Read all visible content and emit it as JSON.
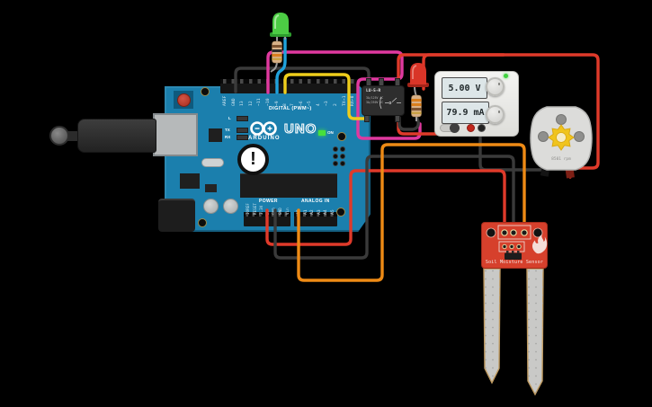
{
  "app": {
    "background": "#000000"
  },
  "arduino": {
    "brand": "ARDUINO",
    "model": "UNO",
    "digital_label": "DIGITAL (PWM~)",
    "power_label": "POWER",
    "analog_label": "ANALOG IN",
    "on_label": "ON",
    "warning": "!",
    "led_labels": {
      "l": "L",
      "tx": "TX",
      "rx": "RX"
    },
    "digital_pins": [
      "AREF",
      "GND",
      "13",
      "12",
      "~11",
      "~10",
      "~9",
      "8",
      "7",
      "~6",
      "~5",
      "4",
      "~3",
      "2",
      "TX→1",
      "RX←0"
    ],
    "power_pins": [
      "IOREF",
      "RESET",
      "3.3V",
      "5V",
      "GND",
      "GND",
      "Vin"
    ],
    "analog_pins": [
      "A0",
      "A1",
      "A2",
      "A3",
      "A4",
      "A5"
    ]
  },
  "relay": {
    "model": "LU-5-R",
    "rating1": "3A/125V AC",
    "rating2": "3A/250V DC"
  },
  "power_supply": {
    "voltage_display": "5.00 V",
    "current_display": "79.9 mA"
  },
  "motor": {
    "speed_display": "8501 rpm"
  },
  "moisture_sensor": {
    "label": "Soil Moisture Sensor"
  },
  "colors": {
    "board": "#1b7fad",
    "wire_black": "#3a3a3a",
    "wire_red": "#df3a2a",
    "wire_magenta": "#e0399f",
    "wire_blue": "#20a2dc",
    "wire_yellow": "#eecd1b",
    "wire_orange": "#ee8a15",
    "led_green": "#4ccc44",
    "led_green_dark": "#2e9e2e",
    "led_red": "#d93528",
    "led_red_dark": "#a32419",
    "sensor_red": "#d6402c",
    "resistor_tan": "#d8b188"
  }
}
